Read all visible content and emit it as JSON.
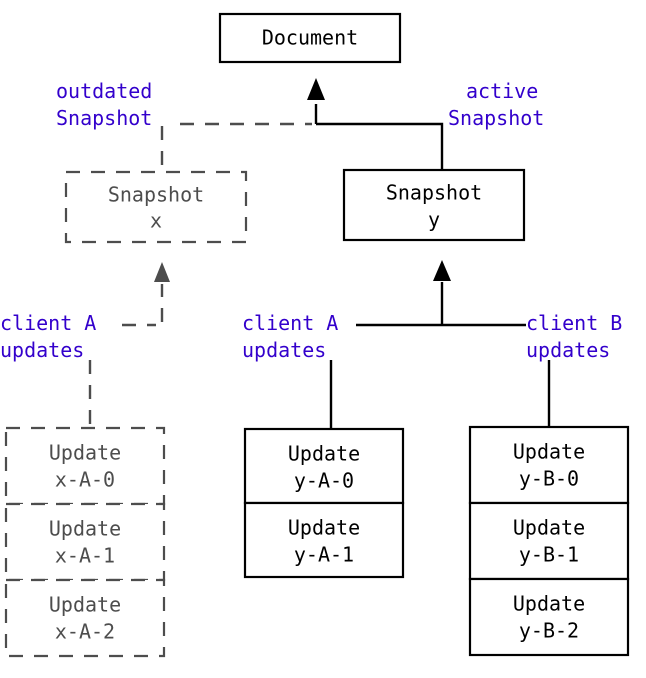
{
  "diagram": {
    "title": "Document snapshot and update fan-out diagram",
    "colors": {
      "annotation": "#3300cc",
      "active": "#000000",
      "outdated": "#4d4d4d",
      "background": "#ffffff"
    }
  },
  "document_box": {
    "label": "Document"
  },
  "annotations": {
    "outdated_line1": "outdated",
    "outdated_line2": "Snapshot",
    "active_line1": "active",
    "active_line2": "Snapshot",
    "client_a_outdated_line1": "client A",
    "client_a_outdated_line2": "updates",
    "client_a_active_line1": "client A",
    "client_a_active_line2": "updates",
    "client_b_active_line1": "client B",
    "client_b_active_line2": "updates"
  },
  "snapshots": [
    {
      "id": "snapshot-x",
      "line1": "Snapshot",
      "line2": "x",
      "state": "outdated"
    },
    {
      "id": "snapshot-y",
      "line1": "Snapshot",
      "line2": "y",
      "state": "active"
    }
  ],
  "update_stacks": [
    {
      "id": "updates-x-A",
      "state": "outdated",
      "items": [
        {
          "line1": "Update",
          "line2": "x-A-0"
        },
        {
          "line1": "Update",
          "line2": "x-A-1"
        },
        {
          "line1": "Update",
          "line2": "x-A-2"
        }
      ]
    },
    {
      "id": "updates-y-A",
      "state": "active",
      "items": [
        {
          "line1": "Update",
          "line2": "y-A-0"
        },
        {
          "line1": "Update",
          "line2": "y-A-1"
        }
      ]
    },
    {
      "id": "updates-y-B",
      "state": "active",
      "items": [
        {
          "line1": "Update",
          "line2": "y-B-0"
        },
        {
          "line1": "Update",
          "line2": "y-B-1"
        },
        {
          "line1": "Update",
          "line2": "y-B-2"
        }
      ]
    }
  ]
}
